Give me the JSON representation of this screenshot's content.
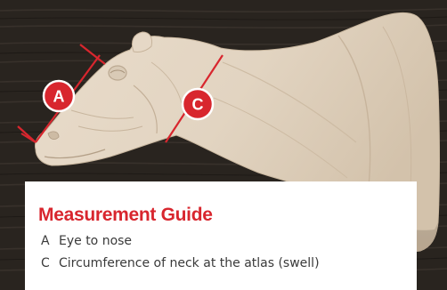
{
  "colors": {
    "accent_red": "#d8262e",
    "form_tan": "#e3d6c3",
    "background_dark": "#2a2522",
    "panel_white": "#ffffff"
  },
  "markers": [
    {
      "letter": "A"
    },
    {
      "letter": "C"
    }
  ],
  "guide": {
    "title": "Measurement Guide",
    "items": [
      {
        "letter": "A",
        "text": "Eye to nose"
      },
      {
        "letter": "C",
        "text": "Circumference of neck at the atlas (swell)"
      }
    ]
  }
}
